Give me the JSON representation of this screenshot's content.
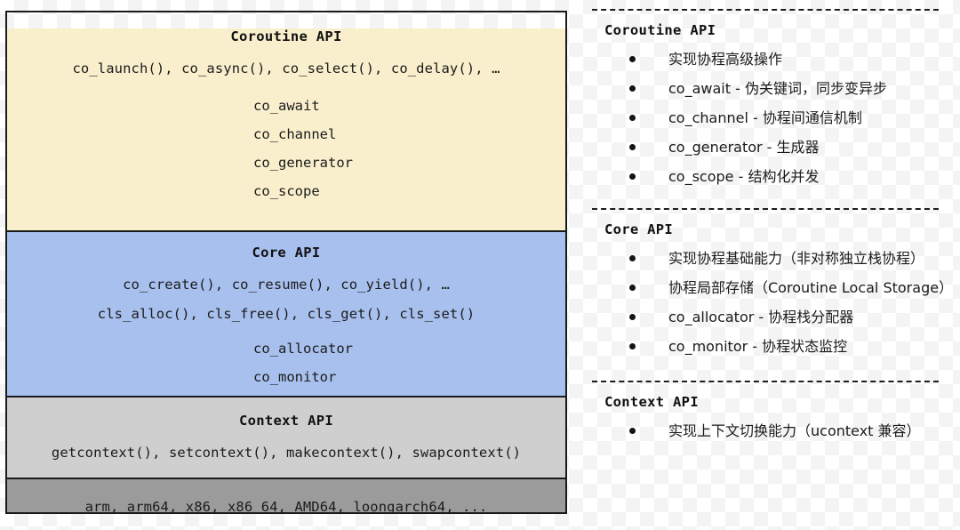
{
  "diagram": {
    "layers": [
      {
        "name": "coroutine-api",
        "title": "Coroutine API",
        "color": "#faefcd",
        "lines": [
          "co_launch(), co_async(), co_select(), co_delay(), …"
        ],
        "items": [
          "co_await",
          "co_channel",
          "co_generator",
          "co_scope"
        ]
      },
      {
        "name": "core-api",
        "title": "Core API",
        "color": "#a8c0ee",
        "lines": [
          "co_create(), co_resume(), co_yield(), …",
          "cls_alloc(), cls_free(), cls_get(), cls_set()"
        ],
        "items": [
          "co_allocator",
          "co_monitor"
        ]
      },
      {
        "name": "context-api",
        "title": "Context API",
        "color": "#cfcfcf",
        "lines": [
          "getcontext(), setcontext(), makecontext(), swapcontext()"
        ],
        "items": []
      },
      {
        "name": "architectures",
        "title": "",
        "color": "#9b9b9b",
        "lines": [
          "arm, arm64, x86, x86_64, AMD64, loongarch64, ..."
        ],
        "items": []
      }
    ]
  },
  "legend": {
    "sections": [
      {
        "name": "coroutine-api",
        "title": "Coroutine API",
        "items": [
          "实现协程高级操作",
          "co_await - 伪关键词，同步变异步",
          "co_channel - 协程间通信机制",
          "co_generator - 生成器",
          "co_scope - 结构化并发"
        ]
      },
      {
        "name": "core-api",
        "title": "Core API",
        "items": [
          "实现协程基础能力（非对称独立栈协程）",
          "协程局部存储（Coroutine Local Storage）",
          "co_allocator - 协程栈分配器",
          "co_monitor - 协程状态监控"
        ]
      },
      {
        "name": "context-api",
        "title": "Context API",
        "items": [
          "实现上下文切换能力（ucontext 兼容）"
        ]
      }
    ]
  },
  "colors": {
    "border": "#1a1a1a",
    "text": "#1b1b1b",
    "divider": "#1d1d1d"
  }
}
